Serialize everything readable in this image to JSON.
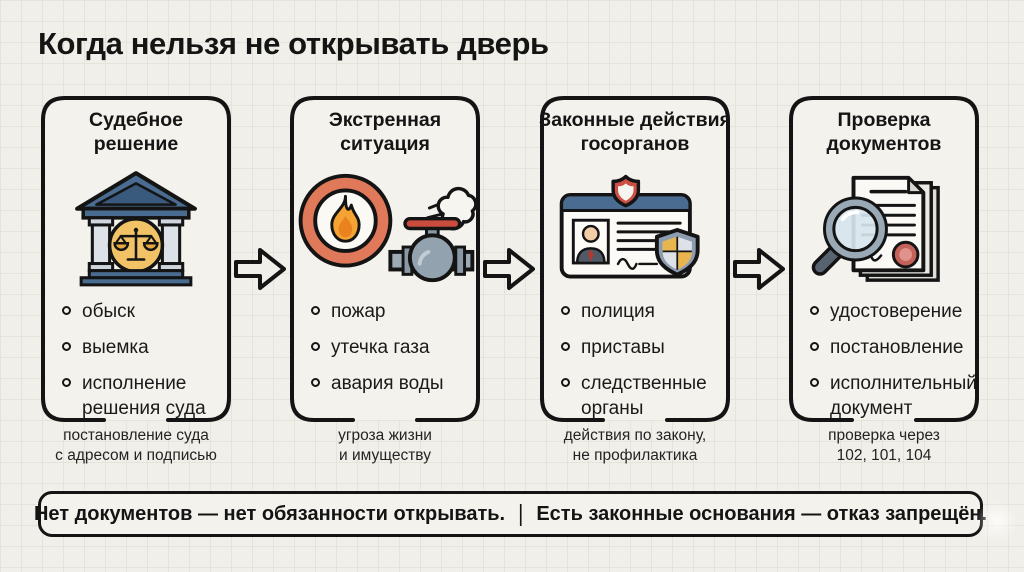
{
  "title": "Когда нельзя не открывать дверь",
  "cards": [
    {
      "heading": "Судебное\nрешение",
      "icon": "courthouse-icon",
      "bullets": [
        "обыск",
        "выемка",
        "исполнение решения суда"
      ],
      "caption": "постановление суда\nс адресом и подписью"
    },
    {
      "heading": "Экстренная\nситуация",
      "icon": "fire-gas-valve-icon",
      "bullets": [
        "пожар",
        "утечка газа",
        "авария воды"
      ],
      "caption": "угроза жизни\nи имуществу"
    },
    {
      "heading": "Законные действия\nгосорганов",
      "icon": "id-card-shield-icon",
      "bullets": [
        "полиция",
        "приставы",
        "следственные органы"
      ],
      "caption": "действия по закону,\nне профилактика"
    },
    {
      "heading": "Проверка\nдокументов",
      "icon": "magnifier-documents-icon",
      "bullets": [
        "удостоверение",
        "постановление",
        "исполнительный документ"
      ],
      "caption": "проверка через\n102, 101, 104"
    }
  ],
  "banner": {
    "left": "Нет документов — нет обязанности открывать.",
    "separator": "|",
    "right": "Есть законные основания — отказ запрещён."
  },
  "colors": {
    "background": "#f1efe9",
    "grid_line": "#e5e3da",
    "card_fill": "#f4f2ec",
    "outline": "#141414",
    "roof_blue": "#4a6c90",
    "gold": "#f2c266",
    "alert_ring": "#e0785a",
    "flame_orange": "#f5a433",
    "valve_gray": "#95a3b0",
    "handle_red": "#c94c3d",
    "badge_red": "#cc5044",
    "shield_gray": "#8d9cae",
    "seal_red": "#c4625a",
    "lens_blue": "#d7e5ee"
  }
}
